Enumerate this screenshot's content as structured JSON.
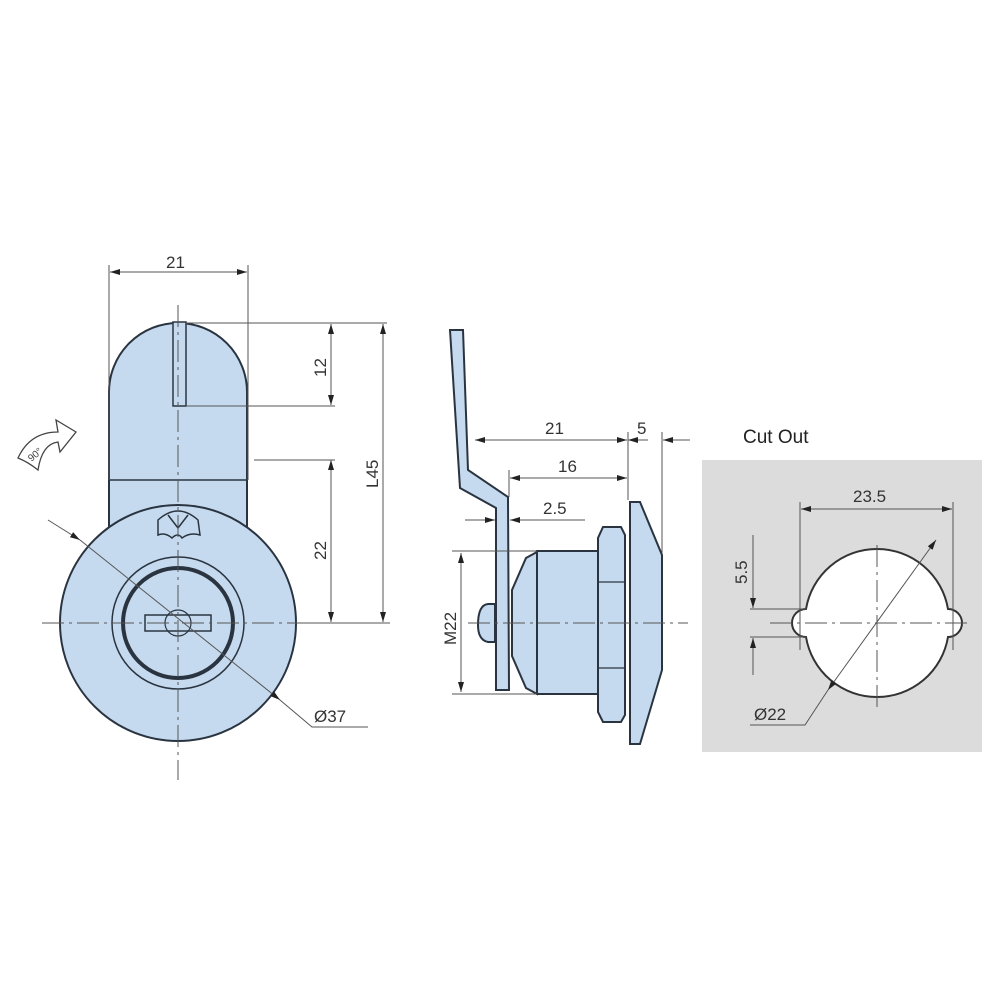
{
  "front_view": {
    "width_dim": "21",
    "slot_dim": "12",
    "length_dim": "L45",
    "offset_dim": "22",
    "diameter_dim": "Ø37",
    "rotation_label": "90°"
  },
  "side_view": {
    "dim_21": "21",
    "dim_5": "5",
    "dim_16": "16",
    "dim_2_5": "2.5",
    "thread_dim": "M22"
  },
  "cut_out": {
    "title": "Cut Out",
    "width_dim": "23.5",
    "ear_dim": "5.5",
    "diameter_dim": "Ø22"
  },
  "colors": {
    "part_fill": "#c6daef",
    "cutout_bg": "#dcdcdc"
  }
}
